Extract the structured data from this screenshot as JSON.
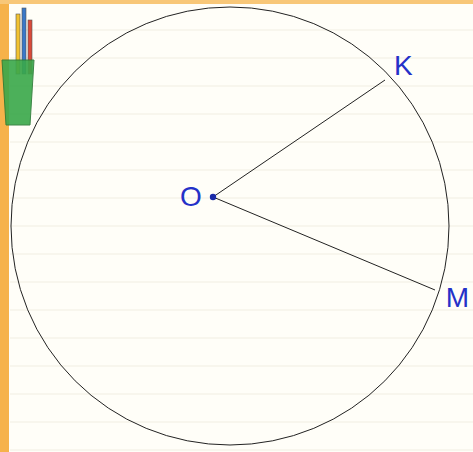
{
  "diagram": {
    "labels": [
      "O",
      "K",
      "M"
    ]
  }
}
